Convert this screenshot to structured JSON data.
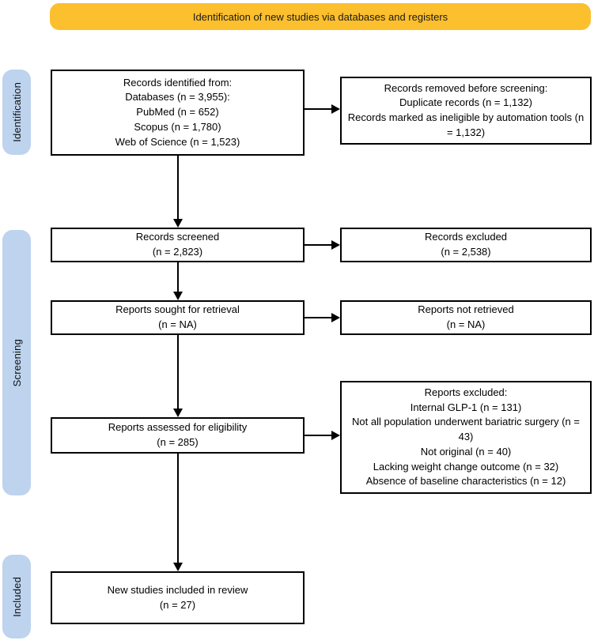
{
  "banner": {
    "label": "Identification of new studies via databases and registers"
  },
  "colors": {
    "banner_bg": "#FCBF2D",
    "stage_bg": "#BDD3EE",
    "box_border": "#000000",
    "box_bg": "#FFFFFF"
  },
  "stages": [
    {
      "label": "Identification"
    },
    {
      "label": "Screening"
    },
    {
      "label": "Included"
    }
  ],
  "boxes": {
    "records_identified": {
      "lines": [
        "Records identified from:",
        "Databases (n = 3,955):",
        "PubMed (n = 652)",
        "Scopus (n = 1,780)",
        "Web of Science (n = 1,523)"
      ]
    },
    "records_removed": {
      "lines": [
        "Records removed before screening:",
        "Duplicate records (n = 1,132)",
        "Records marked as ineligible by automation tools (n = 1,132)"
      ]
    },
    "records_screened": {
      "lines": [
        "Records screened",
        "(n = 2,823)"
      ]
    },
    "records_excluded": {
      "lines": [
        "Records excluded",
        "(n = 2,538)"
      ]
    },
    "reports_sought": {
      "lines": [
        "Reports sought for retrieval",
        "(n = NA)"
      ]
    },
    "reports_not_retrieved": {
      "lines": [
        "Reports not retrieved",
        "(n = NA)"
      ]
    },
    "reports_assessed": {
      "lines": [
        "Reports assessed for eligibility",
        "(n = 285)"
      ]
    },
    "reports_excluded": {
      "lines": [
        "Reports excluded:",
        "Internal GLP-1 (n = 131)",
        "Not all population underwent bariatric surgery (n = 43)",
        "Not original (n = 40)",
        "Lacking weight change outcome (n = 32)",
        "Absence of baseline characteristics (n = 12)"
      ]
    },
    "new_studies": {
      "lines": [
        "New studies included in review",
        "(n = 27)"
      ]
    }
  }
}
